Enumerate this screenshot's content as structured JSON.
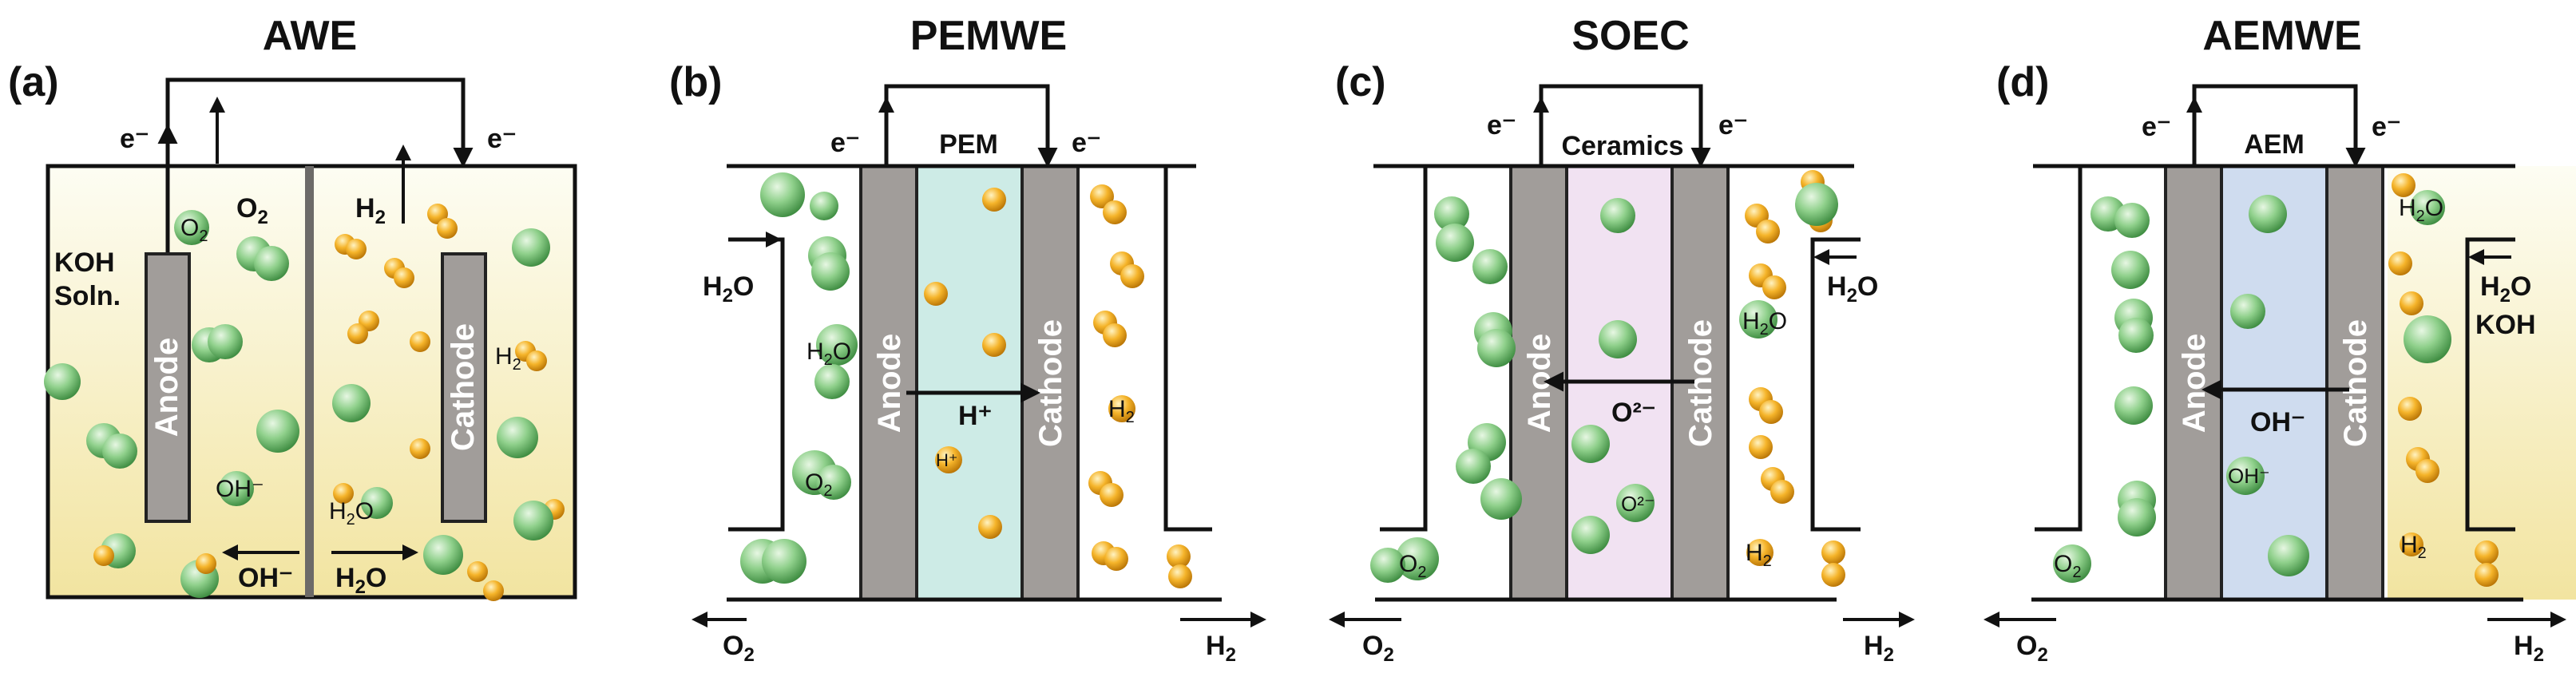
{
  "panels": [
    {
      "label": "(a)",
      "title": "AWE",
      "texts": {
        "e_left": "e⁻",
        "e_right": "e⁻",
        "o2_out": "O",
        "o2_sub": "2",
        "h2_out": "H",
        "h2_sub": "2",
        "koh1": "KOH",
        "koh2": "Soln.",
        "anode": "Anode",
        "cathode": "Cathode",
        "o2_bubble": "O",
        "o2_bubble_sub": "2",
        "h2_bubble": "H",
        "h2_bubble_sub": "2",
        "oh_bubble": "OH⁻",
        "h2o_bubble": "H",
        "h2o_bubble_sub": "2",
        "h2o_bubble_end": "O",
        "oh_ion": "OH⁻",
        "h2o_arrow": "H",
        "h2o_arrow_sub": "2",
        "h2o_arrow_end": "O"
      }
    },
    {
      "label": "(b)",
      "title": "PEMWE",
      "texts": {
        "e_left": "e⁻",
        "e_right": "e⁻",
        "membrane": "PEM",
        "anode": "Anode",
        "cathode": "Cathode",
        "h2o_in": "H",
        "h2o_in_sub": "2",
        "h2o_in_end": "O",
        "h2o_bubble": "H",
        "h2o_bubble_sub": "2",
        "h2o_bubble_end": "O",
        "ion": "H⁺",
        "ion_bubble": "H⁺",
        "o2_bubble": "O",
        "o2_bubble_sub": "2",
        "h2_bubble": "H",
        "h2_bubble_sub": "2",
        "o2_out": "O",
        "o2_out_sub": "2",
        "h2_out": "H",
        "h2_out_sub": "2"
      }
    },
    {
      "label": "(c)",
      "title": "SOEC",
      "texts": {
        "e_left": "e⁻",
        "e_right": "e⁻",
        "membrane": "Ceramics",
        "anode": "Anode",
        "cathode": "Cathode",
        "h2o_in": "H",
        "h2o_in_sub": "2",
        "h2o_in_end": "O",
        "h2o_bubble": "H",
        "h2o_bubble_sub": "2",
        "h2o_bubble_end": "O",
        "ion": "O²⁻",
        "ion_bubble": "O²⁻",
        "o2_bubble": "O",
        "o2_bubble_sub": "2",
        "h2_bubble": "H",
        "h2_bubble_sub": "2",
        "o2_out": "O",
        "o2_out_sub": "2",
        "h2_out": "H",
        "h2_out_sub": "2"
      }
    },
    {
      "label": "(d)",
      "title": "AEMWE",
      "texts": {
        "e_left": "e⁻",
        "e_right": "e⁻",
        "membrane": "AEM",
        "anode": "Anode",
        "cathode": "Cathode",
        "h2o_in": "H",
        "h2o_in_sub": "2",
        "h2o_in_end": "O",
        "koh_in": "KOH",
        "h2o_bubble": "H",
        "h2o_bubble_sub": "2",
        "h2o_bubble_end": "O",
        "ion": "OH⁻",
        "ion_bubble": "OH⁻",
        "o2_bubble": "O",
        "o2_bubble_sub": "2",
        "h2_bubble": "H",
        "h2_bubble_sub": "2",
        "o2_out": "O",
        "o2_out_sub": "2",
        "h2_out": "H",
        "h2_out_sub": "2"
      }
    }
  ],
  "colors": {
    "electrode": "#a19d9a",
    "o2_bubble": "#7cc47a",
    "h2_bubble": "#f0ac1e",
    "pem": "#cdebe6",
    "ceramic": "#f1e2f2",
    "aem": "#cfdcef",
    "electrolyte_top": "#fdfdf0",
    "electrolyte_bottom": "#f3e6a2"
  }
}
